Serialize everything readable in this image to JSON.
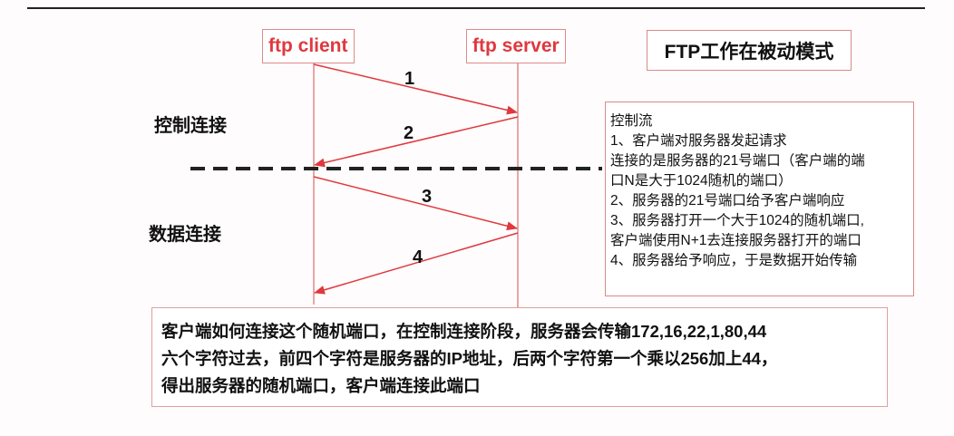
{
  "participants": {
    "client": "ftp client",
    "server": "ftp server"
  },
  "title": "FTP工作在被动模式",
  "sections": {
    "control": "控制连接",
    "data": "数据连接"
  },
  "messages": [
    {
      "label": "1",
      "direction": "client-to-server"
    },
    {
      "label": "2",
      "direction": "server-to-client"
    },
    {
      "label": "3",
      "direction": "client-to-server"
    },
    {
      "label": "4",
      "direction": "server-to-client"
    }
  ],
  "note": {
    "lines": [
      "控制流",
      "1、客户端对服务器发起请求",
      "连接的是服务器的21号端口（客户端的端",
      "口N是大于1024随机的端口）",
      "2、服务器的21号端口给予客户端响应",
      "3、服务器打开一个大于1024的随机端口,",
      "客户端使用N+1去连接服务器打开的端口",
      "4、服务器给予响应，于是数据开始传输"
    ]
  },
  "explanation": {
    "lines": [
      "客户端如何连接这个随机端口，在控制连接阶段，服务器会传输172,16,22,1,80,44",
      "六个字符过去，前四个字符是服务器的IP地址，后两个字符第一个乘以256加上44，",
      "得出服务器的随机端口，客户端连接此端口"
    ]
  },
  "colors": {
    "participant_text": "#e0383e",
    "box_border": "#d98a8a",
    "arrow": "#e0383e",
    "lifeline": "#e08a8a"
  }
}
